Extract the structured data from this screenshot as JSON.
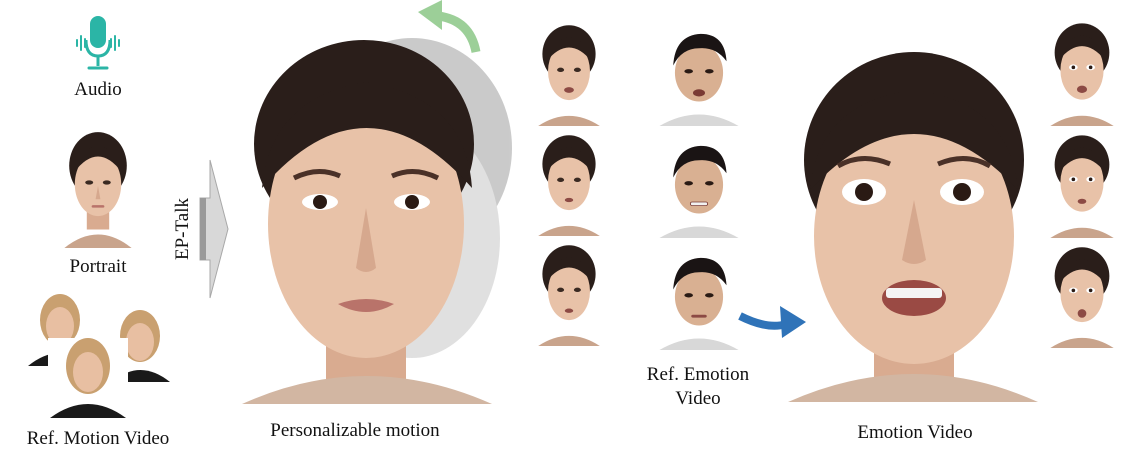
{
  "labels": {
    "audio": "Audio",
    "portrait": "Portrait",
    "ref_motion": "Ref. Motion Video",
    "ep_talk": "EP-Talk",
    "personalizable": "Personalizable motion",
    "ref_emotion_line1": "Ref. Emotion",
    "ref_emotion_line2": "Video",
    "emotion_video": "Emotion Video"
  },
  "icons": {
    "audio": "microphone-waveform-icon",
    "motion_arrow": "curved-arrow-icon",
    "transfer_arrow": "blue-arrow-icon",
    "process_arrow": "gray-block-arrow-icon"
  },
  "colors": {
    "mic": "#2bb5a6",
    "green_arrow": "#9ccf98",
    "blue_arrow": "#2f73b8",
    "gray_arrow": "#c9c9c9",
    "skin": "#e8c2a8",
    "hair": "#2a1e1a"
  }
}
